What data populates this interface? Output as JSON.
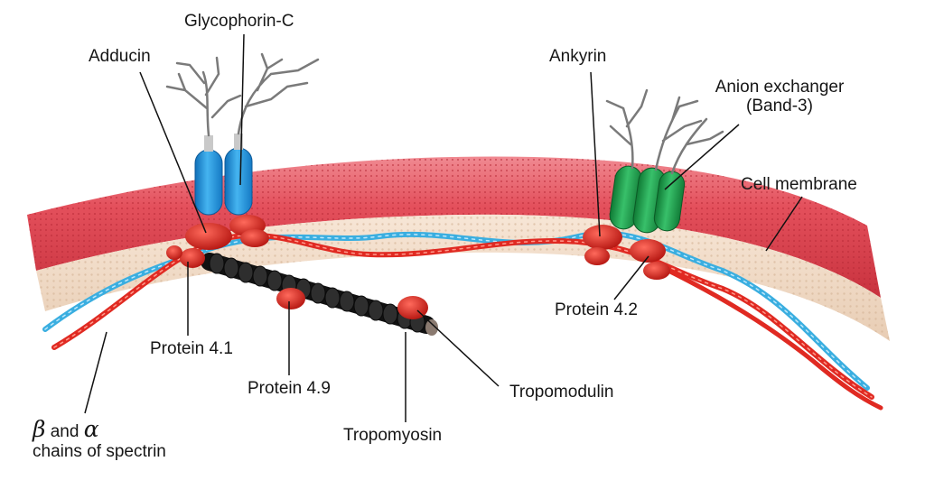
{
  "labels": {
    "glycophorin_c": "Glycophorin-C",
    "adducin": "Adducin",
    "ankyrin": "Ankyrin",
    "anion_exchanger_line1": "Anion exchanger",
    "anion_exchanger_line2": "(Band-3)",
    "cell_membrane": "Cell membrane",
    "protein_4_1": "Protein 4.1",
    "protein_4_2": "Protein 4.2",
    "protein_4_9": "Protein 4.9",
    "tropomodulin": "Tropomodulin",
    "tropomyosin": "Tropomyosin",
    "spectrin_beta": "β",
    "spectrin_and": "and",
    "spectrin_alpha": "α",
    "spectrin_line2": "chains of spectrin"
  },
  "colors": {
    "membrane_outer": "#e4505c",
    "membrane_inner": "#f4dcc8",
    "spectrin_red": "#e02a22",
    "spectrin_blue": "#3aaee0",
    "glycophorin_blue": "#1f8fd8",
    "band3_green": "#1e9a48",
    "tropomyosin_black": "#222222",
    "protein_red": "#d81e18",
    "leader_line": "#111111"
  }
}
